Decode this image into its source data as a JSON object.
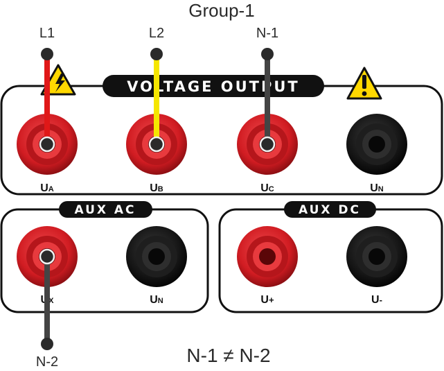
{
  "title": "Group-1",
  "footer": "N-1 ≠ N-2",
  "panels": {
    "voltage_output": {
      "title": "VOLTAGE OUTPUT"
    },
    "aux_ac": {
      "title": "AUX AC"
    },
    "aux_dc": {
      "title": "AUX DC"
    }
  },
  "terminals": {
    "ua": {
      "main": "U",
      "sub": "A",
      "color": "red"
    },
    "ub": {
      "main": "U",
      "sub": "B",
      "color": "red"
    },
    "uc": {
      "main": "U",
      "sub": "C",
      "color": "red"
    },
    "un": {
      "main": "U",
      "sub": "N",
      "color": "black"
    },
    "ux": {
      "main": "U",
      "sub": "X",
      "color": "red"
    },
    "un_aux": {
      "main": "U",
      "sub": "N",
      "color": "black"
    },
    "uplus": {
      "main": "U",
      "sub": "+",
      "color": "red"
    },
    "uminus": {
      "main": "U",
      "sub": "-",
      "color": "black"
    }
  },
  "leads": {
    "l1": {
      "label": "L1",
      "color": "#e01818"
    },
    "l2": {
      "label": "L2",
      "color": "#f5e600"
    },
    "n1": {
      "label": "N-1",
      "color": "#444444"
    },
    "n2": {
      "label": "N-2",
      "color": "#444444"
    }
  },
  "icons": [
    "high-voltage-warning-icon",
    "caution-warning-icon"
  ],
  "colors": {
    "socket_red": "#d91f26",
    "socket_black": "#151515",
    "panel_stroke": "#111111"
  }
}
